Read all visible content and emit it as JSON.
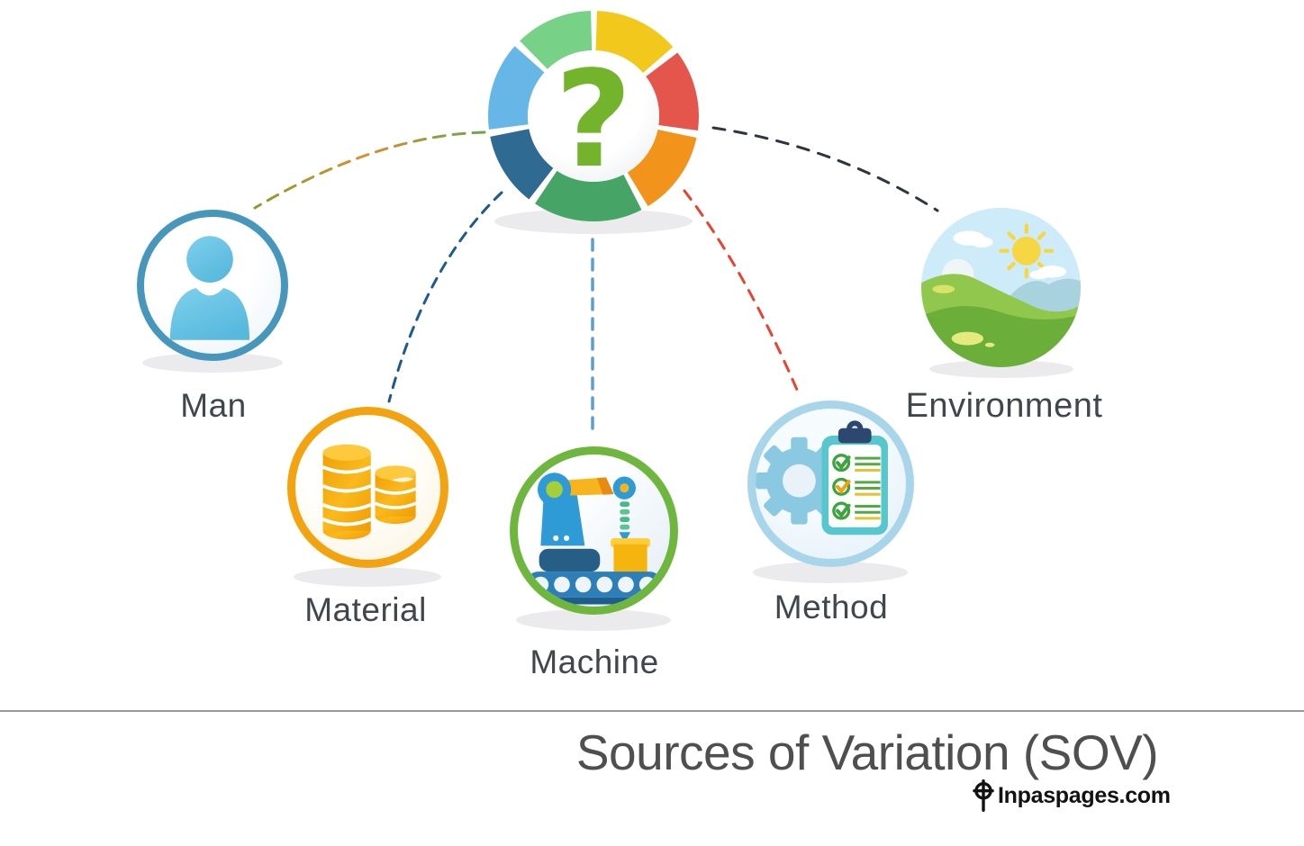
{
  "diagram": {
    "hub": {
      "symbol": "?"
    },
    "nodes": [
      {
        "id": "man",
        "label": "Man"
      },
      {
        "id": "material",
        "label": "Material"
      },
      {
        "id": "machine",
        "label": "Machine"
      },
      {
        "id": "method",
        "label": "Method"
      },
      {
        "id": "environment",
        "label": "Environment"
      }
    ]
  },
  "footer": {
    "title": "Sources of Variation (SOV)",
    "watermark": "Inpaspages.com"
  },
  "colors": {
    "hub-yellow": "#F3C81D",
    "hub-red": "#E4564C",
    "hub-orange": "#F2941B",
    "hub-green": "#46A566",
    "hub-darkblue": "#2F6A93",
    "hub-lightblue": "#66B7E8",
    "hub-lightgreen": "#77D287",
    "question-green": "#74B42D",
    "man-ring": "#4796BC",
    "man-body": "#63BEE0",
    "material-ring": "#F2A30F",
    "gold": "#F2A50A",
    "gold-light": "#FFC93E",
    "machine-ring": "#6FB63F",
    "robot-blue": "#2E9BD6",
    "conveyor-blue": "#2C7FB8",
    "machine-navy": "#275E86",
    "box-yellow": "#F6B40E",
    "method-ring": "#A9D5EB",
    "gear-blue": "#8BC9E2",
    "clip-teal": "#58C7CD",
    "clip-navy": "#2C4770",
    "check-green": "#3FA33F",
    "check-orange": "#EFA30F",
    "line-green": "#55A844",
    "line-yellow": "#E3C32F",
    "env-sky": "#CDEBF8",
    "env-sun": "#F7D644",
    "env-hill-light": "#90C74C",
    "env-hill-dark": "#6BAE3A",
    "env-mountain": "#A8D3DE",
    "conn-material": "#1E5B8D",
    "conn-machine": "#5C9FCC",
    "conn-method": "#E8432F",
    "conn-env": "#2E3440",
    "conn-man-start": "#67A84E",
    "conn-man-mid": "#DD8E2C",
    "conn-man-end": "#8D9A2E",
    "label": "#40474C",
    "title": "#4F4F4F",
    "divider": "#97999C",
    "shadow": "#EBEBEE"
  }
}
